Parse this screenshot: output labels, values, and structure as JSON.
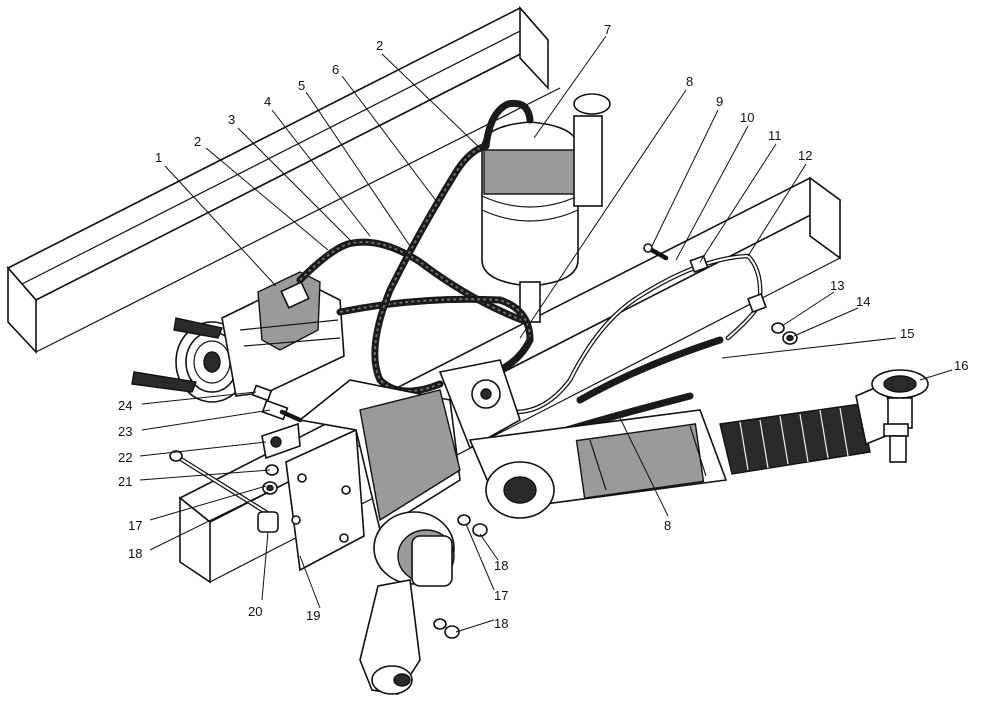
{
  "callouts": [
    {
      "id": "c1",
      "text": "1"
    },
    {
      "id": "c2a",
      "text": "2"
    },
    {
      "id": "c3",
      "text": "3"
    },
    {
      "id": "c4",
      "text": "4"
    },
    {
      "id": "c5",
      "text": "5"
    },
    {
      "id": "c6",
      "text": "6"
    },
    {
      "id": "c2b",
      "text": "2"
    },
    {
      "id": "c7",
      "text": "7"
    },
    {
      "id": "c8a",
      "text": "8"
    },
    {
      "id": "c9",
      "text": "9"
    },
    {
      "id": "c10",
      "text": "10"
    },
    {
      "id": "c11",
      "text": "11"
    },
    {
      "id": "c12",
      "text": "12"
    },
    {
      "id": "c13",
      "text": "13"
    },
    {
      "id": "c14",
      "text": "14"
    },
    {
      "id": "c15",
      "text": "15"
    },
    {
      "id": "c16",
      "text": "16"
    },
    {
      "id": "c8b",
      "text": "8"
    },
    {
      "id": "c24",
      "text": "24"
    },
    {
      "id": "c23",
      "text": "23"
    },
    {
      "id": "c22",
      "text": "22"
    },
    {
      "id": "c21",
      "text": "21"
    },
    {
      "id": "c17a",
      "text": "17"
    },
    {
      "id": "c18a",
      "text": "18"
    },
    {
      "id": "c20",
      "text": "20"
    },
    {
      "id": "c19",
      "text": "19"
    },
    {
      "id": "c18b",
      "text": "18"
    },
    {
      "id": "c17b",
      "text": "17"
    },
    {
      "id": "c18c",
      "text": "18"
    }
  ]
}
